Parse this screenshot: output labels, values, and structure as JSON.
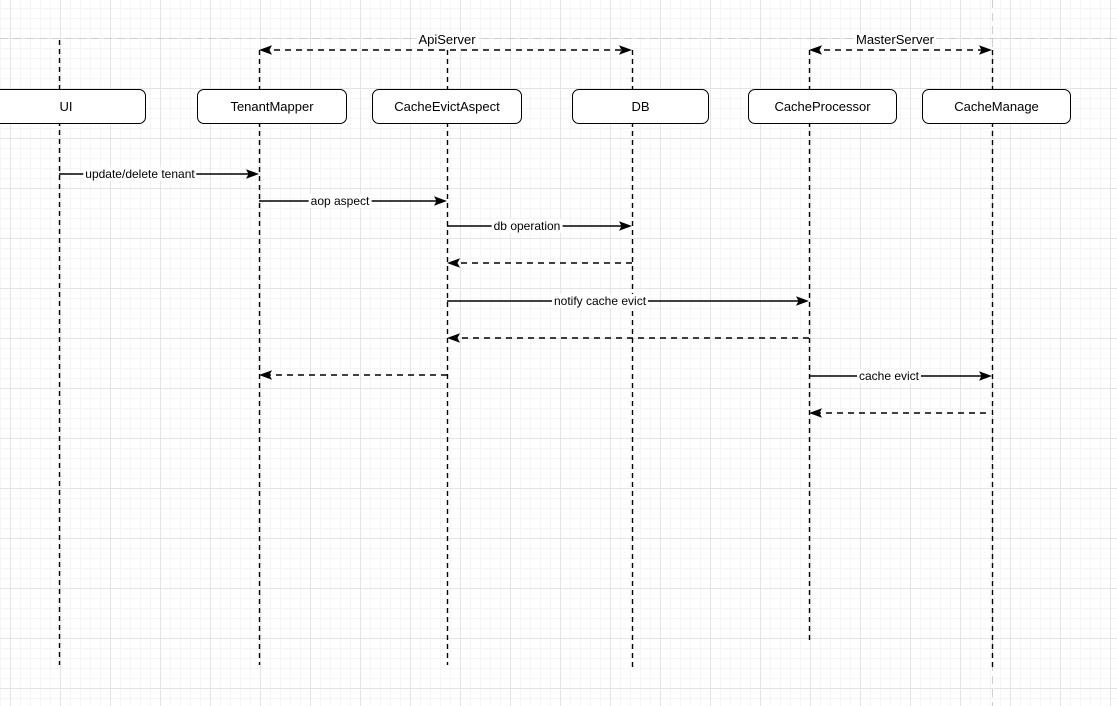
{
  "diagram_type": "uml-sequence",
  "colors": {
    "line": "#000000",
    "box_fill": "#ffffff",
    "box_border": "#000000",
    "page_boundary": "#cfcfcf",
    "grid_minor": "#f5f5f5",
    "grid_major": "#e4e4e4"
  },
  "groups": [
    {
      "label": "ApiServer",
      "spans": [
        "TenantMapper",
        "DB"
      ]
    },
    {
      "label": "MasterServer",
      "spans": [
        "CacheProcessor",
        "CacheManage"
      ]
    }
  ],
  "participants": [
    {
      "name": "UI"
    },
    {
      "name": "TenantMapper"
    },
    {
      "name": "CacheEvictAspect"
    },
    {
      "name": "DB"
    },
    {
      "name": "CacheProcessor"
    },
    {
      "name": "CacheManage"
    }
  ],
  "messages": [
    {
      "label": "update/delete tenant",
      "from": "UI",
      "to": "TenantMapper",
      "style": "solid"
    },
    {
      "label": "aop aspect",
      "from": "TenantMapper",
      "to": "CacheEvictAspect",
      "style": "solid"
    },
    {
      "label": "db operation",
      "from": "CacheEvictAspect",
      "to": "DB",
      "style": "solid"
    },
    {
      "label": "",
      "from": "DB",
      "to": "CacheEvictAspect",
      "style": "dashed-return"
    },
    {
      "label": "notify cache evict",
      "from": "CacheEvictAspect",
      "to": "CacheProcessor",
      "style": "solid"
    },
    {
      "label": "",
      "from": "CacheProcessor",
      "to": "CacheEvictAspect",
      "style": "dashed-return"
    },
    {
      "label": "",
      "from": "CacheEvictAspect",
      "to": "TenantMapper",
      "style": "dashed-return"
    },
    {
      "label": "cache evict",
      "from": "CacheProcessor",
      "to": "CacheManage",
      "style": "solid"
    },
    {
      "label": "",
      "from": "CacheManage",
      "to": "CacheProcessor",
      "style": "dashed-return"
    }
  ]
}
